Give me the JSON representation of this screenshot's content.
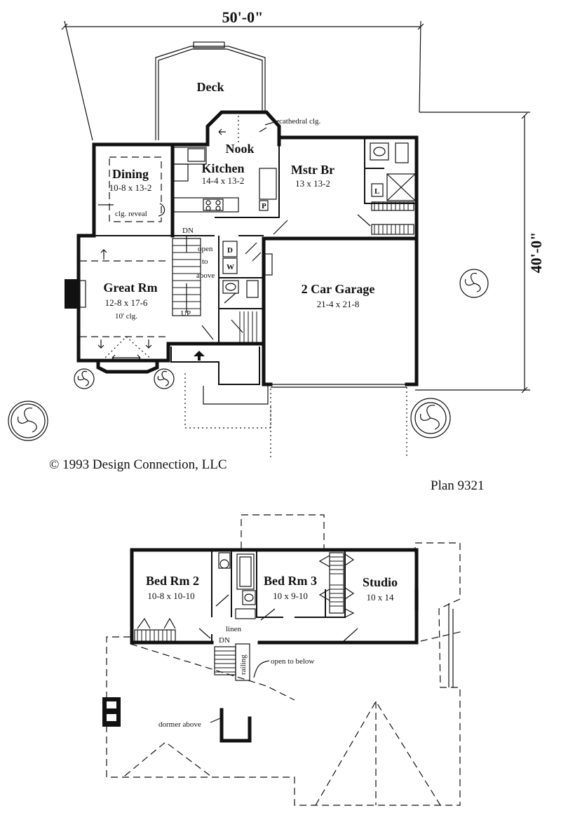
{
  "dimensions": {
    "width": "50'-0\"",
    "depth": "40'-0\""
  },
  "first_floor": {
    "deck": {
      "name": "Deck"
    },
    "nook": {
      "name": "Nook"
    },
    "cathedral_note": "cathedral clg.",
    "kitchen": {
      "name": "Kitchen",
      "size": "14-4 x 13-2"
    },
    "dining": {
      "name": "Dining",
      "size": "10-8 x 13-2",
      "note": "clg. reveal"
    },
    "master": {
      "name": "Mstr Br",
      "size": "13 x 13-2"
    },
    "great_room": {
      "name": "Great Rm",
      "size": "12-8 x 17-6",
      "note": "10' clg."
    },
    "garage": {
      "name": "2 Car Garage",
      "size": "21-4 x 21-8"
    },
    "stair_dn": "DN",
    "stair_up": "UP",
    "open_line1": "open",
    "open_line2": "to",
    "open_line3": "above",
    "dryer": "D",
    "washer": "W",
    "pantry": "P",
    "linen_first": "L"
  },
  "copyright": "©   1993 Design Connection, LLC",
  "plan_label": "Plan 9321",
  "second_floor": {
    "bed2": {
      "name": "Bed Rm 2",
      "size": "10-8 x 10-10"
    },
    "bed3": {
      "name": "Bed Rm 3",
      "size": "10 x 9-10"
    },
    "studio": {
      "name": "Studio",
      "size": "10 x 14"
    },
    "linen": "linen",
    "stair_dn": "DN",
    "railing": "railing",
    "open_below": "open to below",
    "dormer": "dormer above"
  }
}
